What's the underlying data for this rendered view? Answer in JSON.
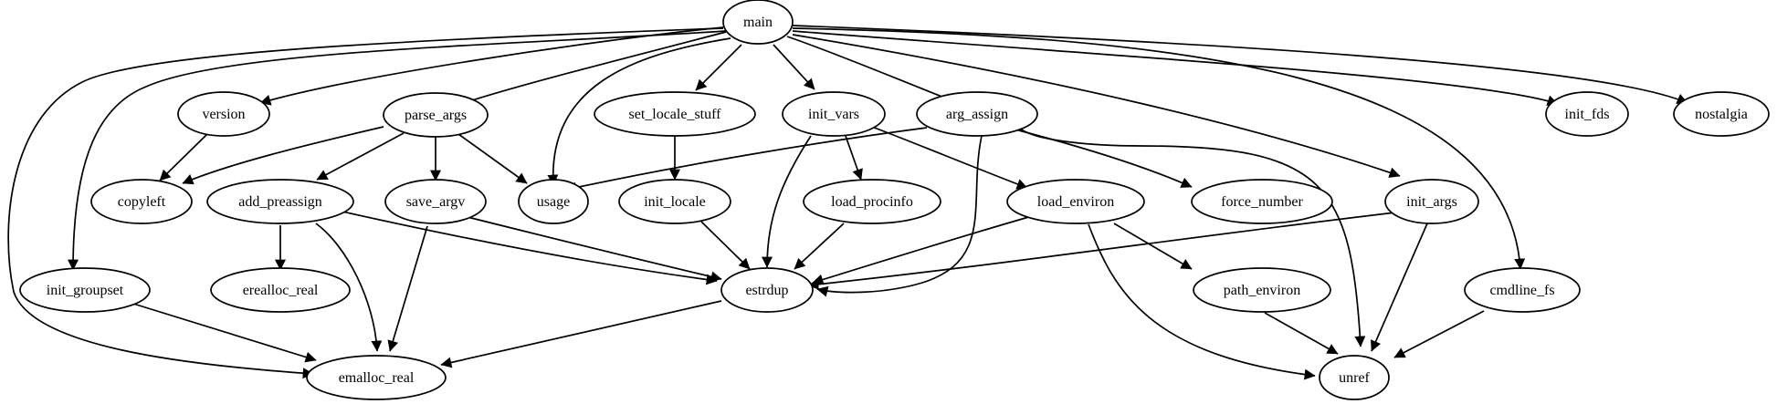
{
  "graph": {
    "nodes": [
      {
        "id": "main",
        "label": "main"
      },
      {
        "id": "version",
        "label": "version"
      },
      {
        "id": "parse_args",
        "label": "parse_args"
      },
      {
        "id": "set_locale_stuff",
        "label": "set_locale_stuff"
      },
      {
        "id": "init_vars",
        "label": "init_vars"
      },
      {
        "id": "arg_assign",
        "label": "arg_assign"
      },
      {
        "id": "init_fds",
        "label": "init_fds"
      },
      {
        "id": "nostalgia",
        "label": "nostalgia"
      },
      {
        "id": "copyleft",
        "label": "copyleft"
      },
      {
        "id": "add_preassign",
        "label": "add_preassign"
      },
      {
        "id": "save_argv",
        "label": "save_argv"
      },
      {
        "id": "usage",
        "label": "usage"
      },
      {
        "id": "init_locale",
        "label": "init_locale"
      },
      {
        "id": "load_procinfo",
        "label": "load_procinfo"
      },
      {
        "id": "load_environ",
        "label": "load_environ"
      },
      {
        "id": "force_number",
        "label": "force_number"
      },
      {
        "id": "init_args",
        "label": "init_args"
      },
      {
        "id": "init_groupset",
        "label": "init_groupset"
      },
      {
        "id": "erealloc_real",
        "label": "erealloc_real"
      },
      {
        "id": "estrdup",
        "label": "estrdup"
      },
      {
        "id": "path_environ",
        "label": "path_environ"
      },
      {
        "id": "cmdline_fs",
        "label": "cmdline_fs"
      },
      {
        "id": "emalloc_real",
        "label": "emalloc_real"
      },
      {
        "id": "unref",
        "label": "unref"
      }
    ],
    "edges": [
      {
        "from": "main",
        "to": "version"
      },
      {
        "from": "main",
        "to": "parse_args"
      },
      {
        "from": "main",
        "to": "set_locale_stuff"
      },
      {
        "from": "main",
        "to": "init_vars"
      },
      {
        "from": "main",
        "to": "arg_assign"
      },
      {
        "from": "main",
        "to": "init_fds"
      },
      {
        "from": "main",
        "to": "nostalgia"
      },
      {
        "from": "main",
        "to": "usage"
      },
      {
        "from": "main",
        "to": "init_args"
      },
      {
        "from": "main",
        "to": "cmdline_fs"
      },
      {
        "from": "main",
        "to": "init_groupset"
      },
      {
        "from": "main",
        "to": "emalloc_real"
      },
      {
        "from": "version",
        "to": "copyleft"
      },
      {
        "from": "parse_args",
        "to": "copyleft"
      },
      {
        "from": "parse_args",
        "to": "add_preassign"
      },
      {
        "from": "parse_args",
        "to": "save_argv"
      },
      {
        "from": "parse_args",
        "to": "usage"
      },
      {
        "from": "set_locale_stuff",
        "to": "init_locale"
      },
      {
        "from": "init_vars",
        "to": "load_procinfo"
      },
      {
        "from": "init_vars",
        "to": "load_environ"
      },
      {
        "from": "init_vars",
        "to": "estrdup"
      },
      {
        "from": "arg_assign",
        "to": "usage"
      },
      {
        "from": "arg_assign",
        "to": "force_number"
      },
      {
        "from": "arg_assign",
        "to": "estrdup"
      },
      {
        "from": "arg_assign",
        "to": "unref"
      },
      {
        "from": "add_preassign",
        "to": "erealloc_real"
      },
      {
        "from": "add_preassign",
        "to": "estrdup"
      },
      {
        "from": "add_preassign",
        "to": "emalloc_real"
      },
      {
        "from": "save_argv",
        "to": "estrdup"
      },
      {
        "from": "save_argv",
        "to": "emalloc_real"
      },
      {
        "from": "init_locale",
        "to": "estrdup"
      },
      {
        "from": "load_procinfo",
        "to": "estrdup"
      },
      {
        "from": "load_environ",
        "to": "estrdup"
      },
      {
        "from": "load_environ",
        "to": "path_environ"
      },
      {
        "from": "load_environ",
        "to": "unref"
      },
      {
        "from": "init_args",
        "to": "estrdup"
      },
      {
        "from": "init_args",
        "to": "unref"
      },
      {
        "from": "init_groupset",
        "to": "emalloc_real"
      },
      {
        "from": "estrdup",
        "to": "emalloc_real"
      },
      {
        "from": "path_environ",
        "to": "unref"
      },
      {
        "from": "cmdline_fs",
        "to": "unref"
      }
    ]
  }
}
